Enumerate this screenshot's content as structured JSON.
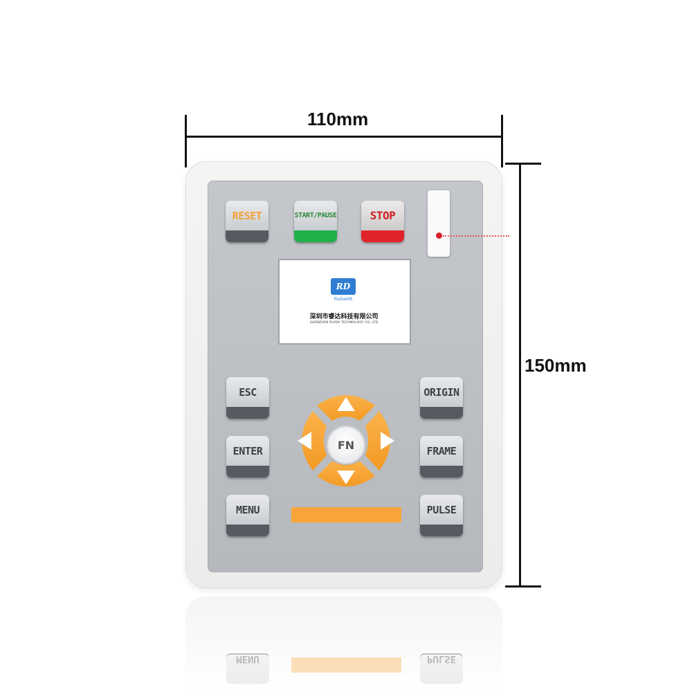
{
  "dimensions": {
    "width_label": "110mm",
    "height_label": "150mm"
  },
  "panel": {
    "top_keys": {
      "reset": "RESET",
      "start_pause": "START/PAUSE",
      "stop": "STOP"
    },
    "screen": {
      "logo": "RD",
      "model": "RuiDa405",
      "company": "深圳市睿达科技有限公司",
      "company_en": "SHENZHEN RUIDA TECHNOLOGY CO.,LTD"
    },
    "left_keys": {
      "esc": "ESC",
      "enter": "ENTER",
      "menu": "MENU"
    },
    "right_keys": {
      "origin": "ORIGIN",
      "frame": "FRAME",
      "pulse": "PULSE"
    },
    "dpad": {
      "center": "FN"
    }
  },
  "reflection": {
    "menu": "MENU",
    "pulse": "PULSE"
  },
  "colors": {
    "green": "#22b04a",
    "red": "#e0242b",
    "orange": "#f7a53a",
    "reset_text": "#f2a23a"
  }
}
